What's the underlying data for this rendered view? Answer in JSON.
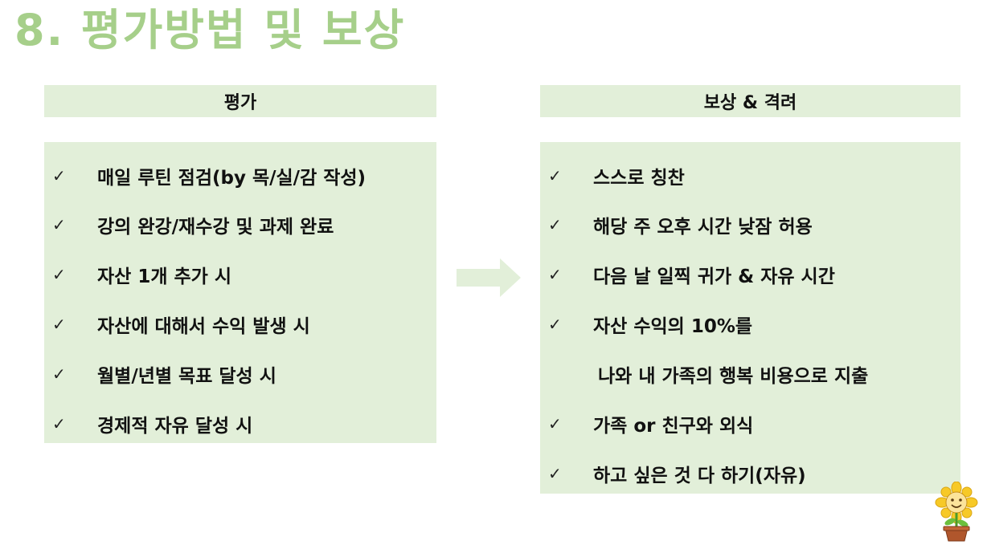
{
  "title": "8. 평가방법 및 보상",
  "left": {
    "header": "평가",
    "check_mark": "✓",
    "items": [
      "매일 루틴 점검(by 목/실/감 작성)",
      "강의 완강/재수강 및 과제 완료",
      "자산 1개 추가 시",
      "자산에 대해서 수익 발생 시",
      "월별/년별 목표 달성 시",
      "경제적 자유 달성 시"
    ]
  },
  "right": {
    "header": "보상 & 격려",
    "check_mark": "✓",
    "items": [
      "스스로 칭찬",
      "해당 주 오후 시간 낮잠 허용",
      "다음 날 일찍 귀가 & 자유 시간",
      "자산 수익의 10%를",
      "나와 내 가족의 행복 비용으로 지출",
      "가족 or 친구와 외식",
      "하고 싶은 것 다 하기(자유)"
    ]
  },
  "colors": {
    "title": "#a6cf8a",
    "box_fill": "#e2efd9",
    "arrow": "#e2efd9"
  },
  "icons": [
    "check-icon",
    "right-arrow-icon",
    "sunflower-pot-icon"
  ]
}
